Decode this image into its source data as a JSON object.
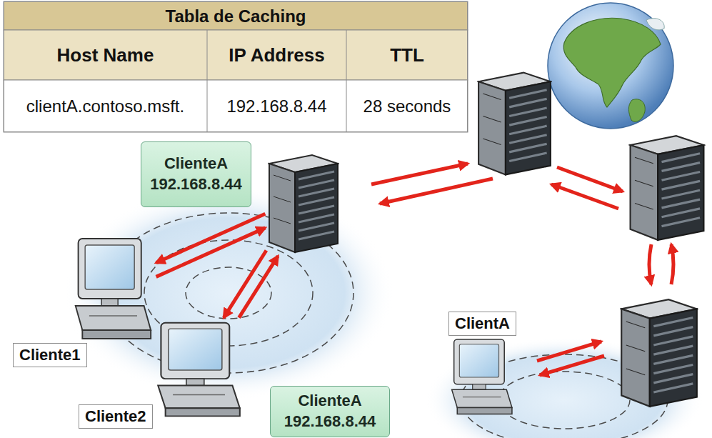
{
  "diagram": {
    "nodes": [
      {
        "text": [
          "Tabla de Caching"
        ]
      },
      {
        "text": [
          "ClienteA",
          "192.168.8.44"
        ]
      },
      {
        "text": [
          "Cliente1"
        ]
      },
      {
        "text": [
          "Cliente2"
        ]
      },
      {
        "text": [
          "ClienteA",
          "192.168.8.44"
        ]
      },
      {
        "text": [
          "ClientA"
        ]
      }
    ],
    "edges": [
      {
        "from": 2,
        "to": 1,
        "arrow": "to"
      },
      {
        "from": 1,
        "to": 2,
        "arrow": "to"
      },
      {
        "from": 3,
        "to": 1,
        "arrow": "to"
      },
      {
        "from": 1,
        "to": 3,
        "arrow": "to"
      }
    ],
    "labels": [
      "Host Name",
      "IP Address",
      "TTL",
      "clientA.contoso.msft.",
      "192.168.8.44",
      "28 seconds"
    ]
  }
}
